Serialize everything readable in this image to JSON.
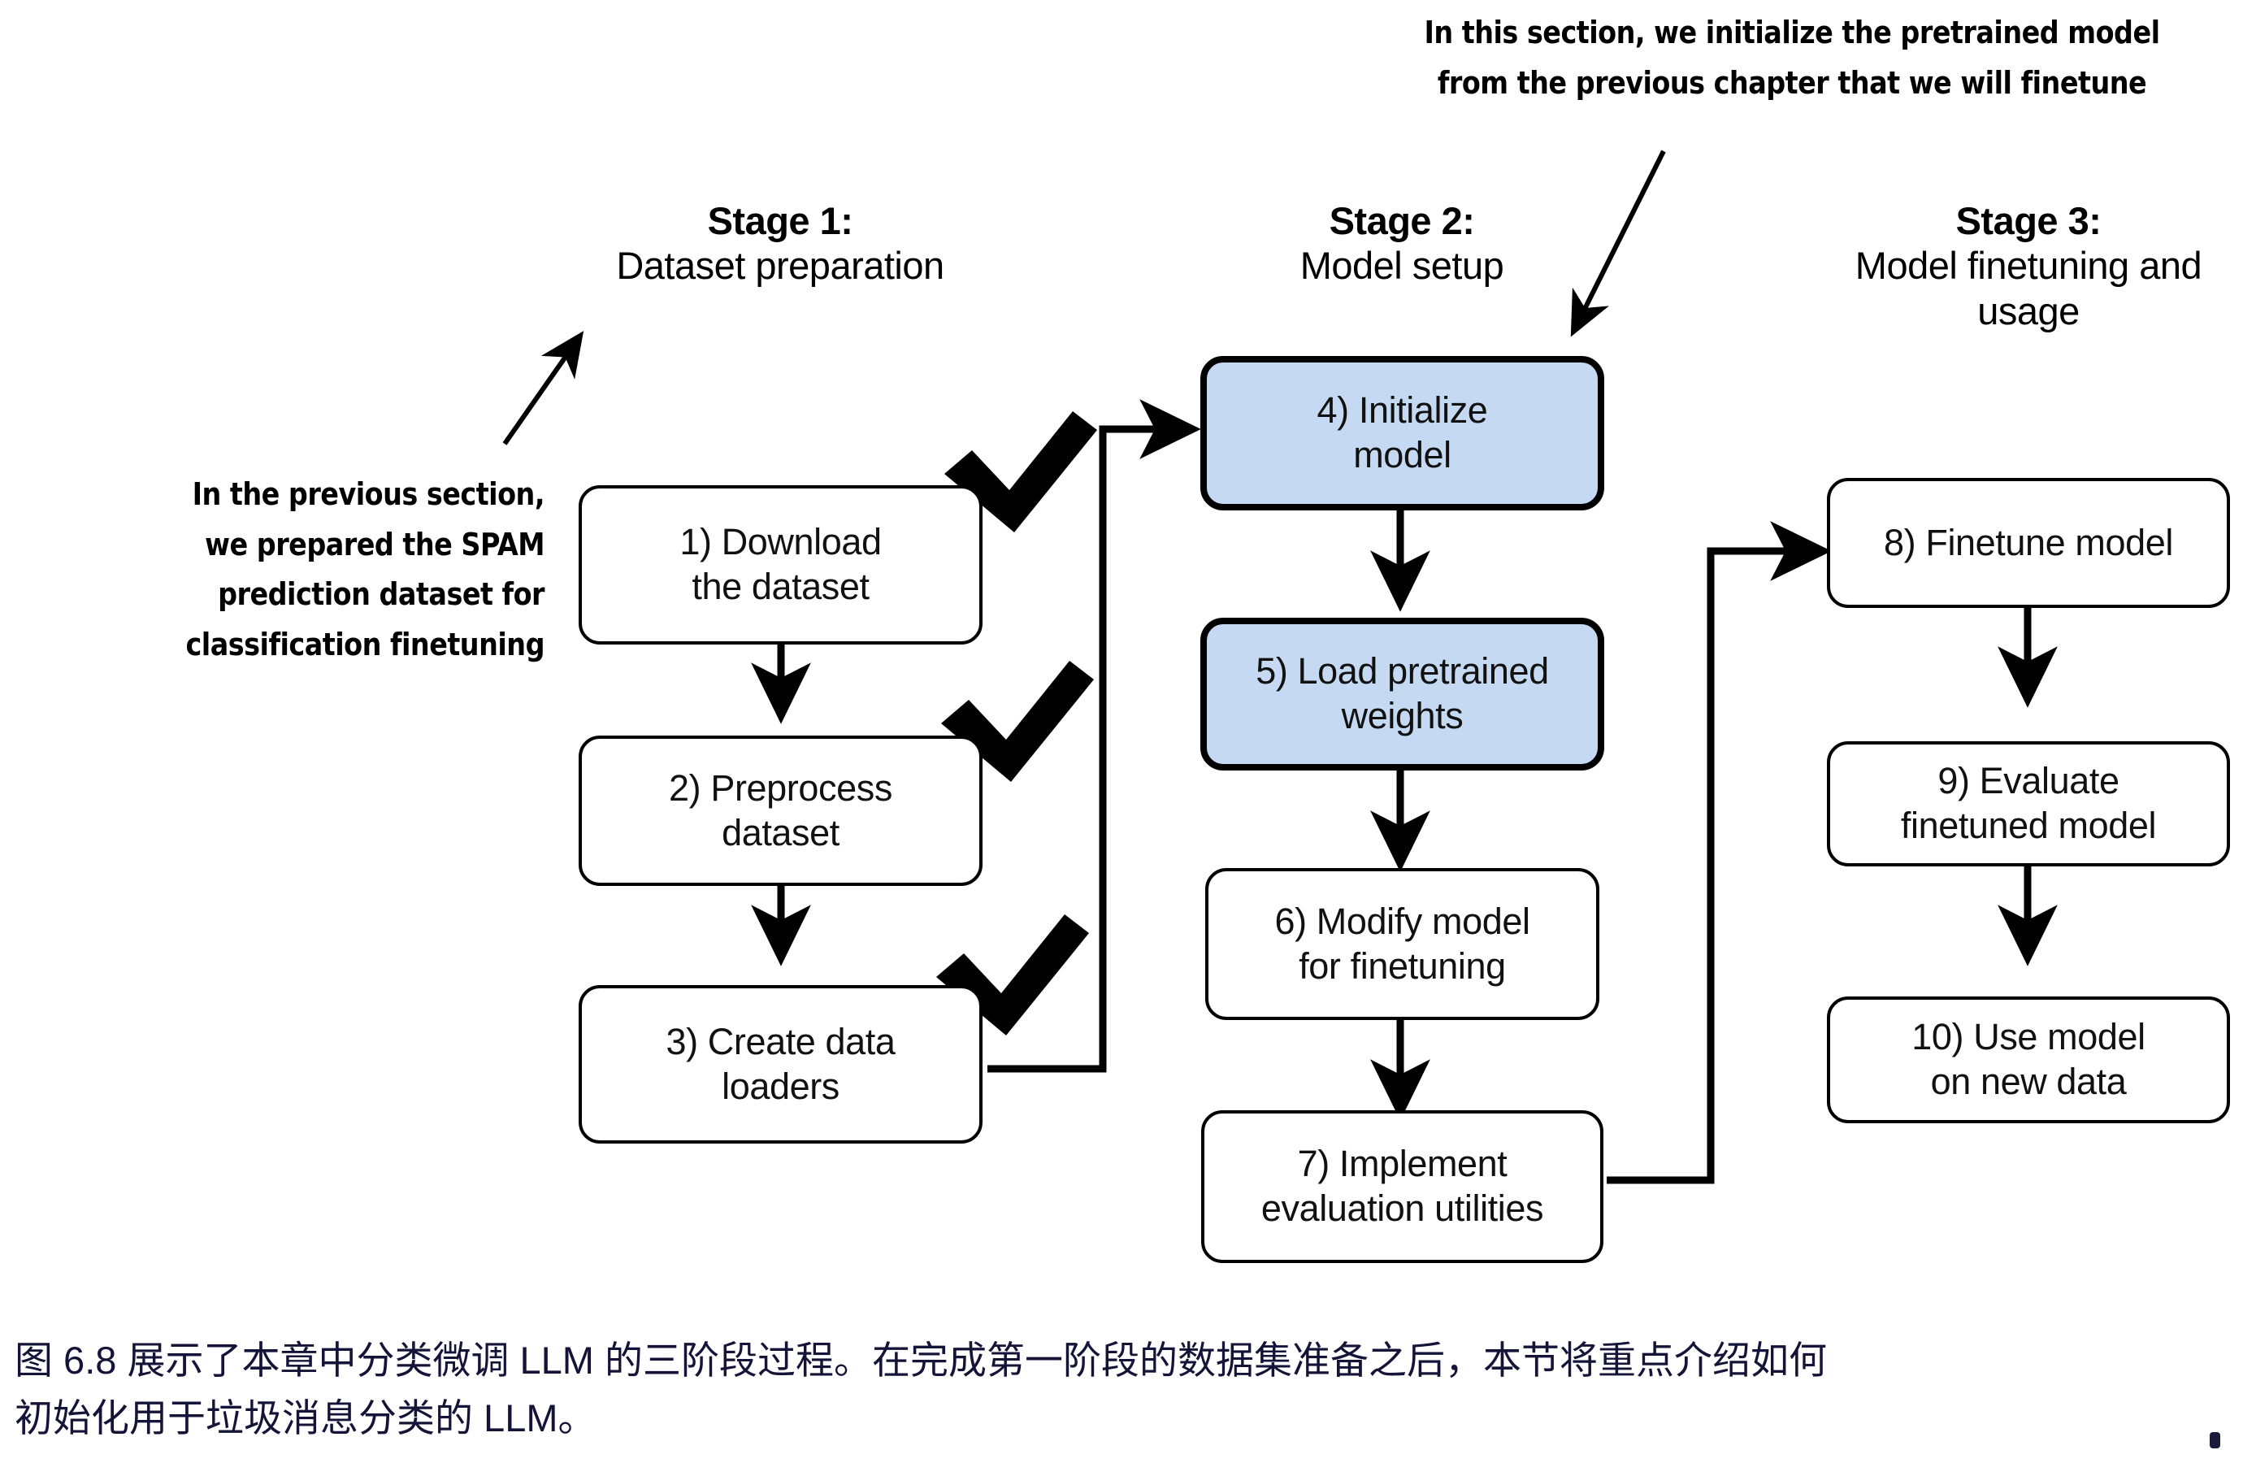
{
  "figure": {
    "stages": [
      {
        "title": "Stage 1:",
        "subtitle": "Dataset preparation"
      },
      {
        "title": "Stage 2:",
        "subtitle": "Model setup"
      },
      {
        "title": "Stage 3:",
        "subtitle": "Model finetuning\nand usage"
      }
    ],
    "nodes": [
      {
        "id": "n1",
        "label": "1) Download\nthe dataset",
        "stage": 1,
        "highlight": false,
        "checked": true
      },
      {
        "id": "n2",
        "label": "2) Preprocess\ndataset",
        "stage": 1,
        "highlight": false,
        "checked": true
      },
      {
        "id": "n3",
        "label": "3) Create data\nloaders",
        "stage": 1,
        "highlight": false,
        "checked": true
      },
      {
        "id": "n4",
        "label": "4) Initialize\nmodel",
        "stage": 2,
        "highlight": true,
        "checked": false
      },
      {
        "id": "n5",
        "label": "5) Load pretrained\nweights",
        "stage": 2,
        "highlight": true,
        "checked": false
      },
      {
        "id": "n6",
        "label": "6) Modify model\nfor finetuning",
        "stage": 2,
        "highlight": false,
        "checked": false
      },
      {
        "id": "n7",
        "label": "7) Implement\nevaluation utilities",
        "stage": 2,
        "highlight": false,
        "checked": false
      },
      {
        "id": "n8",
        "label": "8) Finetune model",
        "stage": 3,
        "highlight": false,
        "checked": false
      },
      {
        "id": "n9",
        "label": "9) Evaluate\nfinetuned model",
        "stage": 3,
        "highlight": false,
        "checked": false
      },
      {
        "id": "n10",
        "label": "10) Use model\non new data",
        "stage": 3,
        "highlight": false,
        "checked": false
      }
    ],
    "annotations": {
      "left": "In the previous section,\nwe prepared the SPAM\nprediction dataset for\nclassification finetuning",
      "top": "In this section, we initialize the pretrained model\nfrom the previous chapter that we will finetune"
    },
    "colors": {
      "highlight_fill": "#c5daf2",
      "stroke": "#000000",
      "caption_text": "#141438",
      "box_fill": "#ffffff"
    }
  },
  "caption": {
    "text": "图 6.8 展示了本章中分类微调 LLM 的三阶段过程。在完成第一阶段的数据集准备之后，本节将重点介绍如何\n初始化用于垃圾消息分类的 LLM。"
  }
}
